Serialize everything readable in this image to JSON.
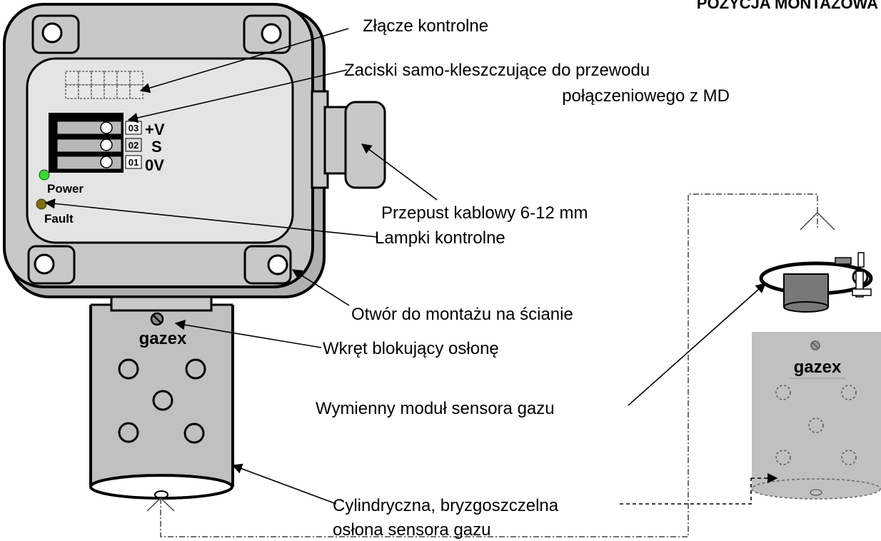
{
  "header": "POZYCJA MONTAŻOWA",
  "device": {
    "terminals": [
      {
        "number": "03",
        "signal": "+V"
      },
      {
        "number": "02",
        "signal": "S"
      },
      {
        "number": "01",
        "signal": "0V"
      }
    ],
    "leds": [
      {
        "label": "Power",
        "color": "#2ee02e"
      },
      {
        "label": "Fault",
        "color": "#807000"
      }
    ],
    "brand": "gazex",
    "colors": {
      "housing": "#c8c8c8",
      "panel": "#e4e4e4",
      "shield": "#c0c0c0"
    }
  },
  "labels": {
    "connector": "Złącze kontrolne",
    "clamps_line1": "Zaciski samo-kleszczujące do przewodu",
    "clamps_line2": "połączeniowego z MD",
    "gland": "Przepust kablowy 6-12 mm",
    "lamps": "Lampki kontrolne",
    "mount_hole": "Otwór do montażu na ścianie",
    "lock_screw": "Wkręt blokujący osłonę",
    "sensor_module": "Wymienny moduł sensora gazu",
    "shield_line1": "Cylindryczna, bryzgoszczelna",
    "shield_line2": "osłona sensora gazu"
  }
}
